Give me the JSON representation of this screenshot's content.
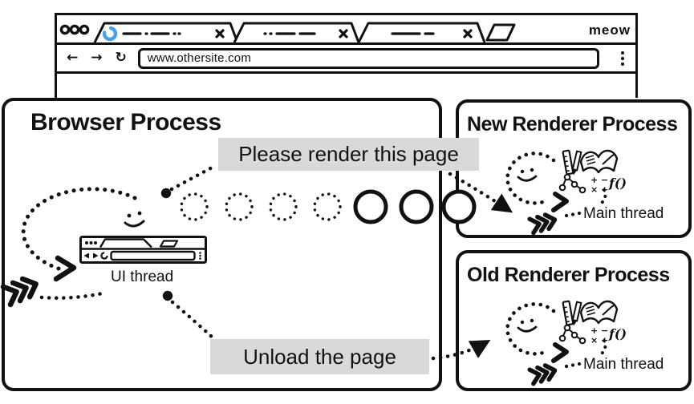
{
  "window": {
    "brand": "meow",
    "address_bar": {
      "url": "www.othersite.com"
    },
    "tabs": {
      "count": 3,
      "active_tab_icon": "loading-spinner-icon",
      "close_icon": "x-icon",
      "new_tab_icon": "new-tab-parallelogram-icon"
    },
    "nav": {
      "back_glyph": "←",
      "forward_glyph": "→",
      "reload_glyph": "↻",
      "menu_icon": "kebab-menu-icon"
    }
  },
  "diagram": {
    "browser_process": {
      "title": "Browser Process",
      "thread_label": "UI thread"
    },
    "new_renderer_process": {
      "title": "New Renderer Process",
      "thread_label": "Main thread"
    },
    "old_renderer_process": {
      "title": "Old Renderer Process",
      "thread_label": "Main thread"
    },
    "messages": {
      "render": "Please render this page",
      "unload": "Unload the page"
    },
    "renderer_icons": {
      "names": [
        "ruler-icon",
        "pencil-icon",
        "book-icon",
        "dom-tree-icon",
        "math-symbols-icon",
        "function-icon"
      ],
      "math_row1": "+ −",
      "math_row2": "× ÷",
      "function_label": "f()"
    }
  },
  "colors": {
    "ink": "#111111",
    "spinner_blue": "#47a1e8",
    "label_bg": "#d9d9d9"
  }
}
